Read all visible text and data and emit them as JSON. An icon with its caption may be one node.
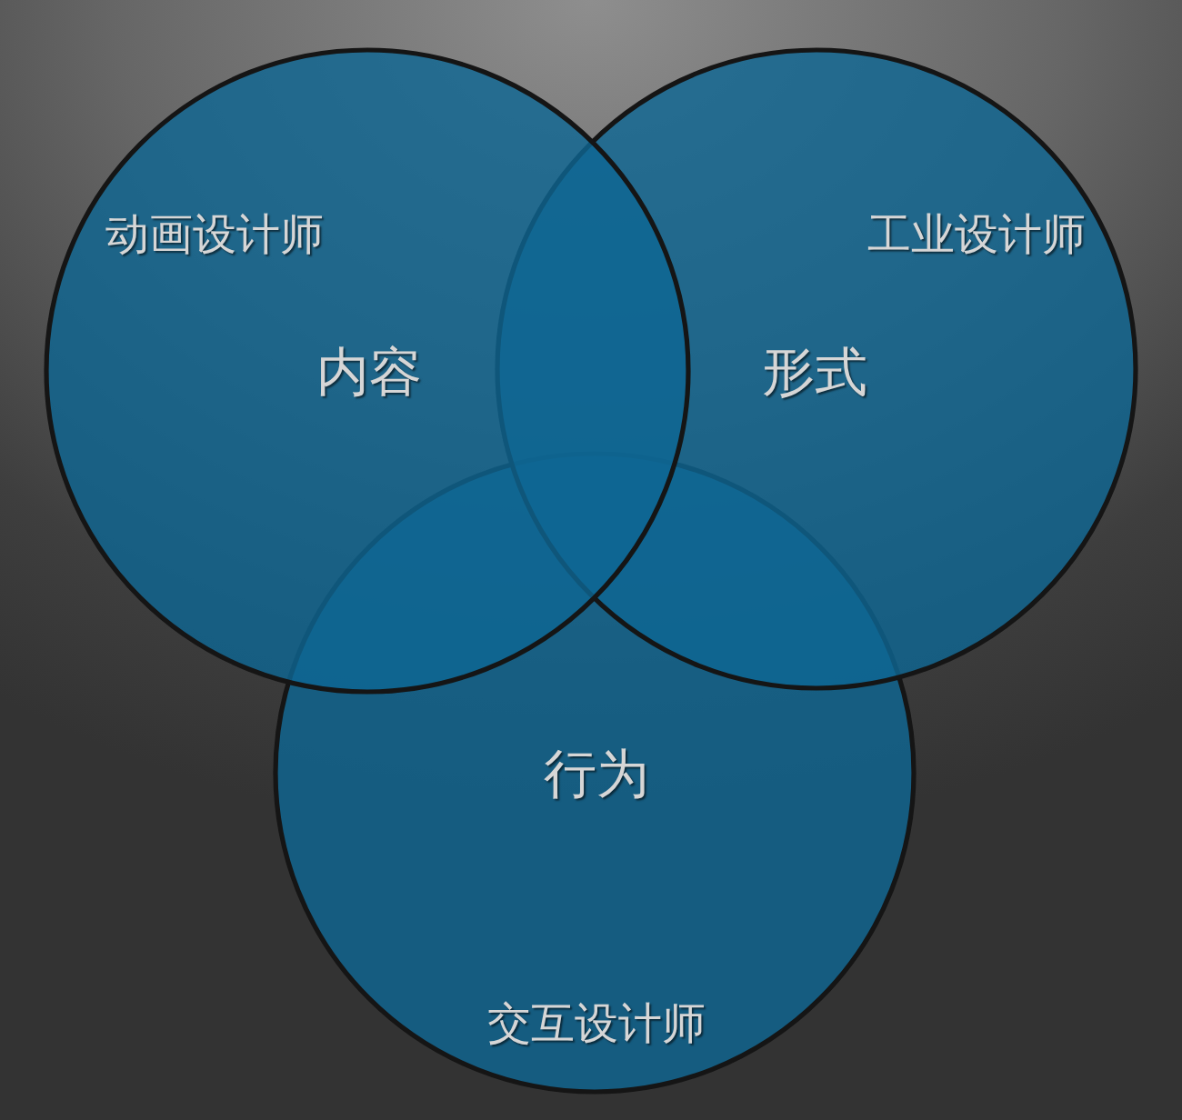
{
  "diagram": {
    "nodes": [
      {
        "text": [
          "动画设计师",
          "内容"
        ]
      },
      {
        "text": [
          "工业设计师",
          "形式"
        ]
      },
      {
        "text": [
          "行为",
          "交互设计师"
        ]
      }
    ]
  }
}
